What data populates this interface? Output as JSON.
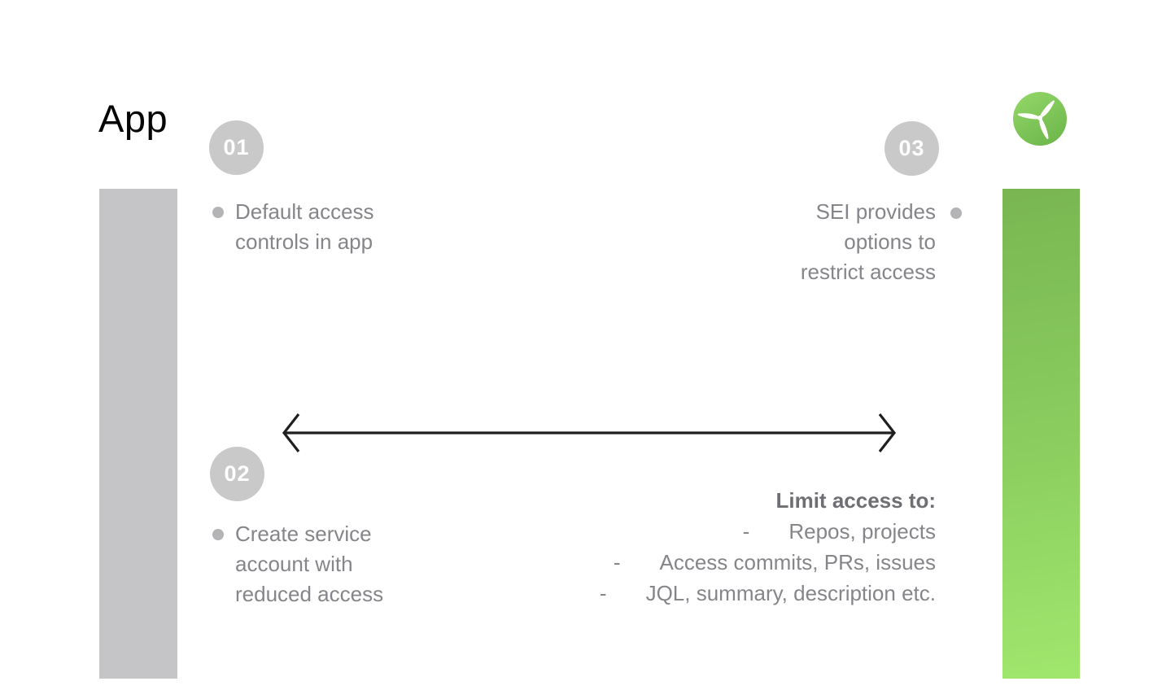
{
  "title": "App",
  "steps": [
    {
      "number": "01",
      "lines": [
        "Default access",
        "controls in app"
      ]
    },
    {
      "number": "02",
      "lines": [
        "Create service",
        "account with",
        "reduced access"
      ]
    },
    {
      "number": "03",
      "lines": [
        "SEI provides",
        "options to",
        "restrict access"
      ]
    }
  ],
  "limit": {
    "heading": "Limit access to:",
    "dash": "-",
    "items": [
      "Repos, projects",
      "Access commits, PRs, issues",
      "JQL, summary, description etc."
    ]
  },
  "icons": {
    "logo": "propeller-icon",
    "bullet": "dot-icon",
    "arrow": "double-arrow-icon"
  },
  "colors": {
    "bar_gray": "#c5c5c7",
    "bar_green_top": "#79b652",
    "bar_green_bottom": "#a0e76d",
    "badge_gray": "#c9c9ca",
    "bullet_gray": "#b4b4b7",
    "text_gray": "#85858a",
    "heading_gray": "#6e6e73",
    "logo_green_light": "#92d567",
    "logo_green_dark": "#6db74b",
    "arrow_black": "#1f1f1f",
    "title_black": "#050505"
  }
}
